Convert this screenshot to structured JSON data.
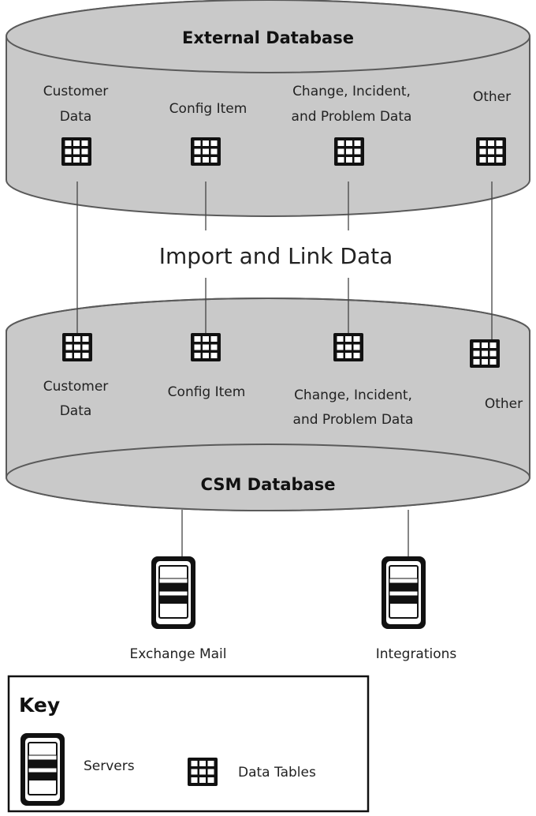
{
  "external_db": {
    "title": "External Database",
    "tables": [
      {
        "lines": [
          "Customer",
          "Data"
        ]
      },
      {
        "lines": [
          "Config Item"
        ]
      },
      {
        "lines": [
          "Change, Incident,",
          "and Problem Data"
        ]
      },
      {
        "lines": [
          "Other"
        ]
      }
    ]
  },
  "link_label": "Import and Link Data",
  "csm_db": {
    "title": "CSM Database",
    "tables": [
      {
        "lines": [
          "Customer",
          "Data"
        ]
      },
      {
        "lines": [
          "Config Item"
        ]
      },
      {
        "lines": [
          "Change, Incident,",
          "and Problem Data"
        ]
      },
      {
        "lines": [
          "Other"
        ]
      }
    ]
  },
  "servers": [
    {
      "label": "Exchange Mail"
    },
    {
      "label": "Integrations"
    }
  ],
  "key": {
    "title": "Key",
    "servers_label": "Servers",
    "tables_label": "Data Tables"
  },
  "colors": {
    "cylinder_fill": "#c9c9c9",
    "outline": "#5a5a5a",
    "icon": "#111111"
  }
}
